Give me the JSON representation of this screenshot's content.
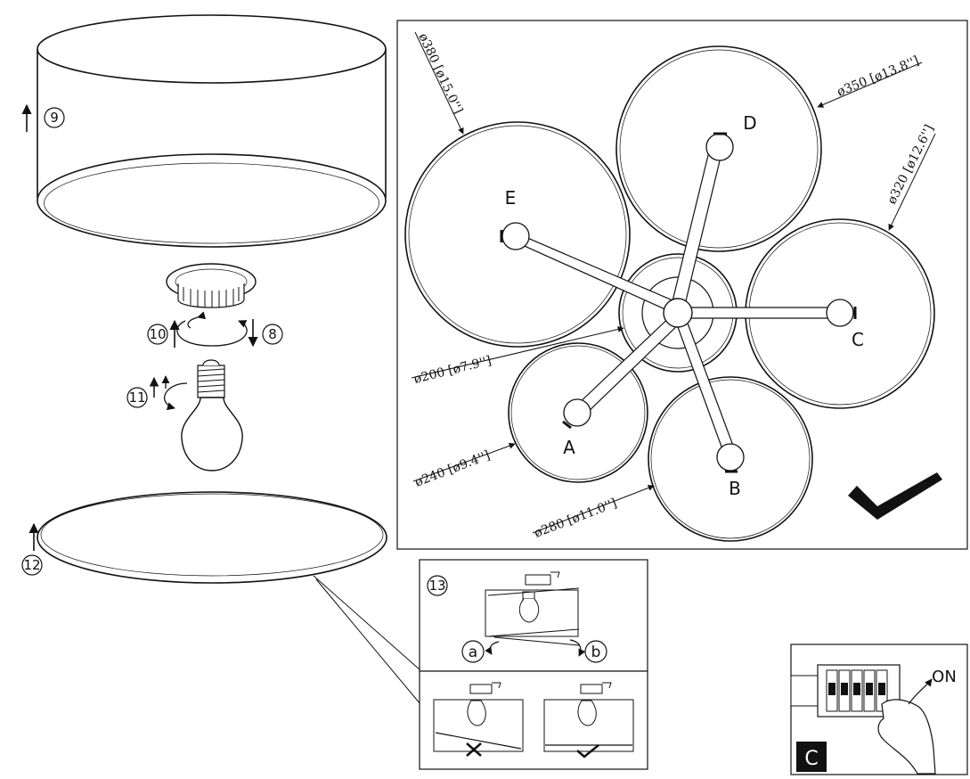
{
  "steps": {
    "s9": "9",
    "s10": "10",
    "s8": "8",
    "s11": "11",
    "s12": "12",
    "s13": "13"
  },
  "sub_labels": {
    "a": "a",
    "b": "b"
  },
  "shade_labels": {
    "A": "A",
    "B": "B",
    "C": "C",
    "D": "D",
    "E": "E"
  },
  "dimensions": {
    "d380": "ø380 [ø15.0'']",
    "d350": "ø350 [ø13.8'']",
    "d320": "ø320 [ø12.6'']",
    "d200": "ø200 [ø7.9'']",
    "d240": "ø240 [ø9.4'']",
    "d280": "ø280 [ø11.0'']"
  },
  "breaker": {
    "on_label": "ON",
    "section_label": "C"
  },
  "icons": [
    "checkmark-icon",
    "cross-icon",
    "rotate-arrow-icon",
    "up-arrow-icon",
    "down-arrow-icon"
  ]
}
